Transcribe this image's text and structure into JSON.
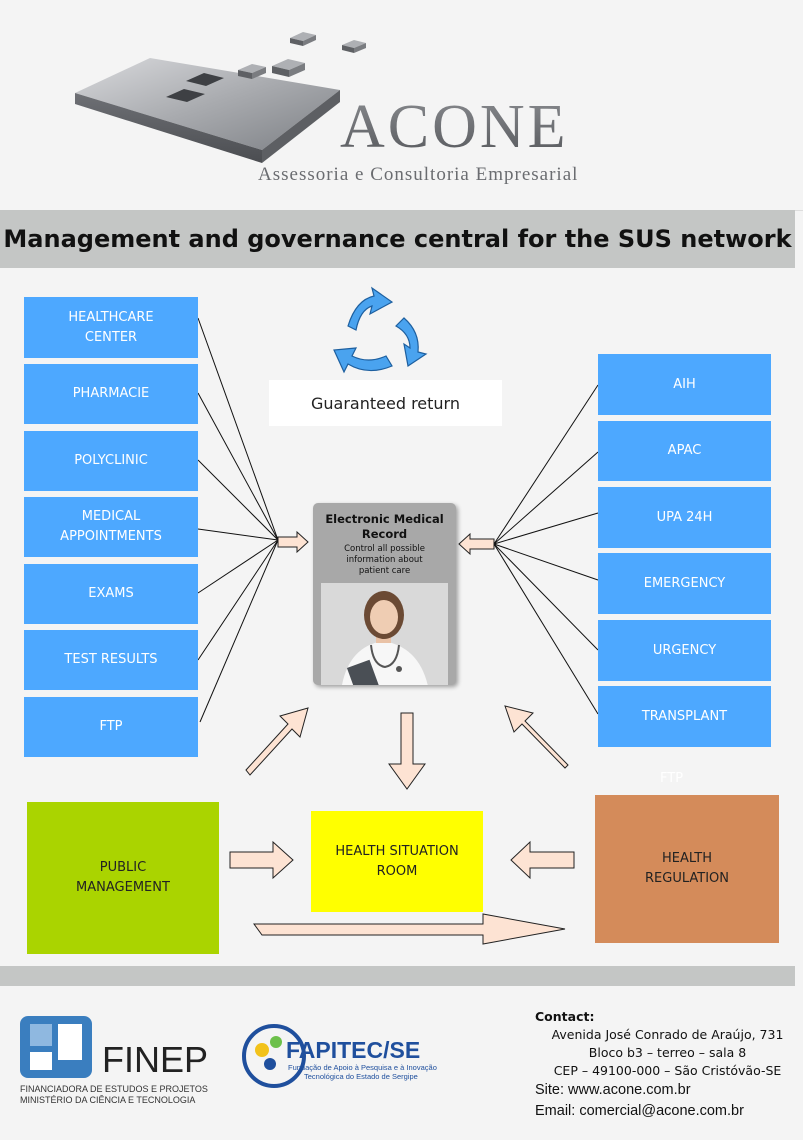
{
  "logo": {
    "name": "ACONE",
    "tagline": "Assessoria e Consultoria Empresarial"
  },
  "banner": {
    "title": "Management and governance central for the SUS network"
  },
  "left_boxes": [
    {
      "label": "HEALTHCARE CENTER"
    },
    {
      "label": "PHARMACIE"
    },
    {
      "label": "POLYCLINIC"
    },
    {
      "label": "MEDICAL APPOINTMENTS"
    },
    {
      "label": "EXAMS"
    },
    {
      "label": "TEST RESULTS"
    },
    {
      "label": "FTP"
    }
  ],
  "right_boxes": [
    {
      "label": "AIH"
    },
    {
      "label": "APAC"
    },
    {
      "label": "UPA 24H"
    },
    {
      "label": "EMERGENCY"
    },
    {
      "label": "URGENCY"
    },
    {
      "label": "TRANSPLANT"
    }
  ],
  "guaranteed_return": "Guaranteed return",
  "emr": {
    "title": "Electronic Medical Record",
    "subtitle": "Control all possible information about patient care"
  },
  "bottom": {
    "public_management": "PUBLIC MANAGEMENT",
    "situation_room": "HEALTH SITUATION ROOM",
    "regulation": "HEALTH REGULATION",
    "ghost_label": "FTP"
  },
  "footer": {
    "finep": {
      "name": "FINEP",
      "line1": "FINANCIADORA DE ESTUDOS E PROJETOS",
      "line2": "MINISTÉRIO DA CIÊNCIA E TECNOLOGIA"
    },
    "fapitec": {
      "name": "FAPITEC/SE",
      "line1": "Fundação de Apoio à Pesquisa e à Inovação",
      "line2": "Tecnológica do Estado de Sergipe"
    },
    "contact": {
      "title": "Contact:",
      "address1": "Avenida José Conrado de Araújo, 731",
      "address2": "Bloco b3 – terreo – sala 8",
      "address3": "CEP – 49100-000 – São Cristóvão-SE",
      "site": "Site: www.acone.com.br",
      "email": "Email: comercial@acone.com.br"
    }
  },
  "colors": {
    "box_blue": "#4da8ff",
    "public_green": "#aad400",
    "room_yellow": "#ffff00",
    "regulation_orange": "#d48b5a",
    "band_gray": "#c4c6c5",
    "arrow_fill": "#fde3d3"
  }
}
